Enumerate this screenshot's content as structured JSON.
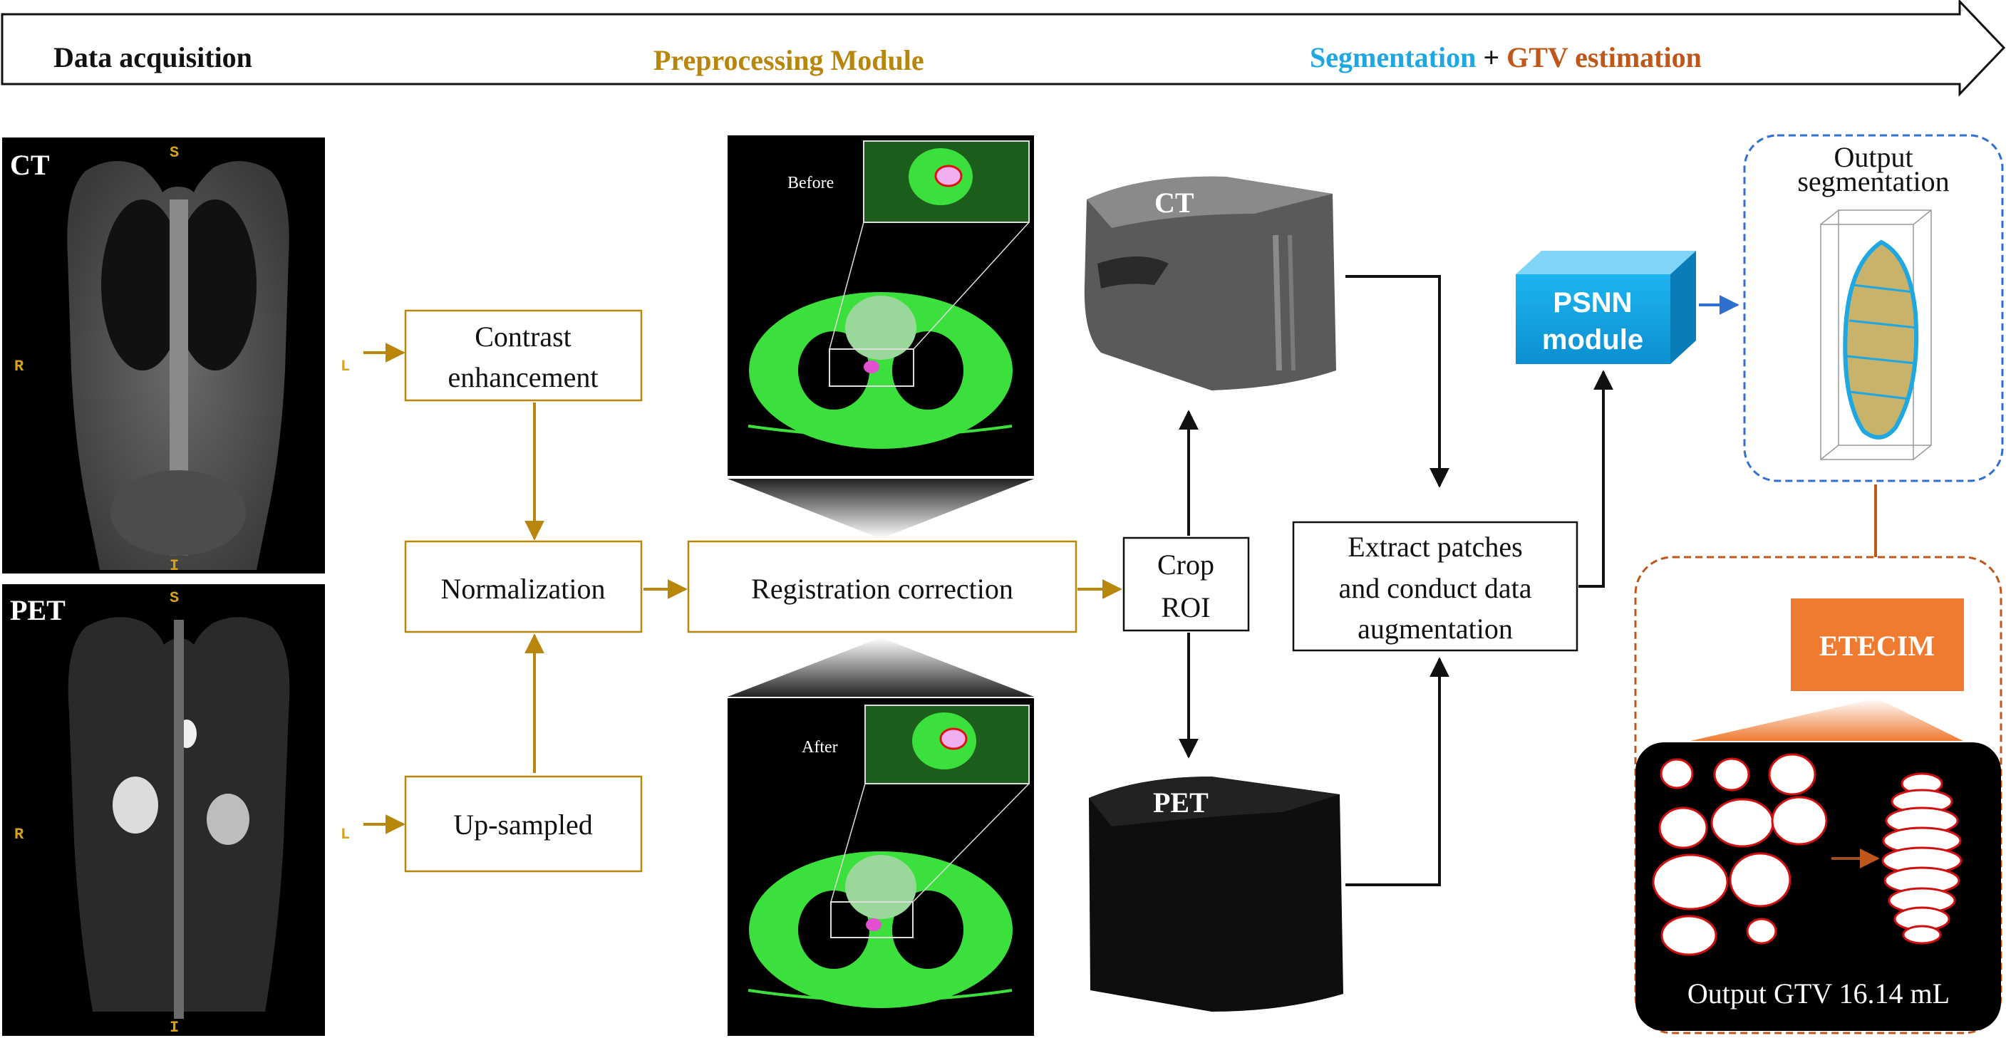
{
  "banner": {
    "stage1": "Data acquisition",
    "stage2": "Preprocessing Module",
    "stage3a": "Segmentation",
    "plus": " + ",
    "stage3b": "GTV estimation"
  },
  "scans": {
    "ct_label": "CT",
    "pet_label": "PET",
    "orient_s": "S",
    "orient_r": "R",
    "orient_l": "L",
    "orient_i": "I"
  },
  "steps": {
    "contrast_line1": "Contrast",
    "contrast_line2": "enhancement",
    "normalization": "Normalization",
    "upsampled": "Up-sampled",
    "registration": "Registration correction",
    "crop_line1": "Crop",
    "crop_line2": "ROI",
    "extract_line1": "Extract patches",
    "extract_line2": "and conduct data",
    "extract_line3": "augmentation"
  },
  "registration_views": {
    "before": "Before",
    "after": "After"
  },
  "volumes": {
    "ct": "CT",
    "pet": "PET"
  },
  "psnn": {
    "line1": "PSNN",
    "line2": "module"
  },
  "output": {
    "line1": "Output",
    "line2": "segmentation"
  },
  "etecim": {
    "label": "ETECIM",
    "gtv": "Output GTV 16.14 mL"
  },
  "colors": {
    "gold": "#B8860B",
    "cyan": "#1EA7E1",
    "orange": "#C0571A",
    "psnn_blue": "#12A8E8",
    "etecim_orange": "#EE7B30",
    "seg_green": "#3CE03C",
    "dashed_blue": "#2E6FD0",
    "dashed_orange": "#C0571A"
  }
}
